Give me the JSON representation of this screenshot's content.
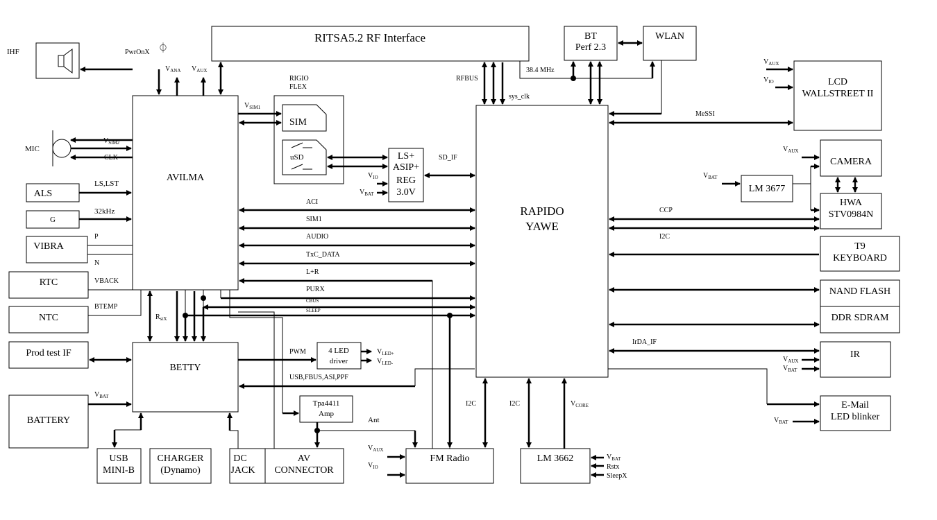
{
  "blocks": {
    "ritsa": "RITSA5.2 RF Interface",
    "bt_line1": "BT",
    "bt_line2": "Perf 2.3",
    "wlan": "WLAN",
    "lcd_line1": "LCD",
    "lcd_line2": "WALLSTREET II",
    "ihf": "IHF",
    "mic": "MIC",
    "avilma": "AVILMA",
    "rigio_line1": "RIGIO",
    "rigio_line2": "FLEX",
    "sim": "SIM",
    "usd": "uSD",
    "ls_line1": "LS+",
    "ls_line2": "ASIP+",
    "ls_line3": "REG",
    "ls_line4": "3.0V",
    "rapido_line1": "RAPIDO",
    "rapido_line2": "YAWE",
    "camera": "CAMERA",
    "lm3677": "LM 3677",
    "hwa_line1": "HWA",
    "hwa_line2": "STV0984N",
    "t9_line1": "T9",
    "t9_line2": "KEYBOARD",
    "nand": "NAND FLASH",
    "ddr": "DDR SDRAM",
    "ir": "IR",
    "email_line1": "E-Mail",
    "email_line2": "LED blinker",
    "als": "ALS",
    "g": "G",
    "vibra": "VIBRA",
    "rtc": "RTC",
    "ntc": "NTC",
    "prodtest": "Prod test IF",
    "battery": "BATTERY",
    "betty": "BETTY",
    "led_line1": "4 LED",
    "led_line2": "driver",
    "tpa_line1": "Tpa4411",
    "tpa_line2": "Amp",
    "fm": "FM Radio",
    "lm3662": "LM 3662",
    "usb_line1": "USB",
    "usb_line2": "MINI-B",
    "charger_line1": "CHARGER",
    "charger_line2": "(Dynamo)",
    "dc_line1": "DC",
    "dc_line2": "JACK",
    "av_line1": "AV",
    "av_line2": "CONNECTOR"
  },
  "signals": {
    "pwronx": "PwrOnX",
    "power_symbol": "⏀",
    "vana": "V",
    "vana_sub": "ANA",
    "vaux": "V",
    "vaux_sub": "AUX",
    "rfbus": "RFBUS",
    "sys_clk": "sys_clk",
    "mhz": "38.4 MHz",
    "vsim": "V",
    "vsim_sub": "SIM1",
    "vsim2": "V",
    "vsim2_sub": "SIM2",
    "clk": "CLK",
    "ls_lst": "LS,LST",
    "khz": "32kHz",
    "p": "P",
    "n": "N",
    "vback": "VBACK",
    "btemp": "BTEMP",
    "rstx": "R",
    "rstx_sub": "stX",
    "sd_if": "SD_IF",
    "vio_ls": "V",
    "vio_ls_sub": "IO",
    "vbat_ls": "V",
    "vbat_ls_sub": "BAT",
    "aci": "ACI",
    "sim1": "SIM1",
    "audio": "AUDIO",
    "txc": "TxC_DATA",
    "lr": "L+R",
    "purx": "PURX",
    "cbus": "CBUS",
    "sleep": "SLEEP",
    "messi": "MeSSI",
    "lcd_vaux": "V",
    "lcd_vaux_sub": "AUX",
    "lcd_vio": "V",
    "lcd_vio_sub": "IO",
    "cam_vaux": "V",
    "cam_vaux_sub": "AUX",
    "lm_vbat": "V",
    "lm_vbat_sub": "BAT",
    "ccp": "CCP",
    "i2c_right": "I2C",
    "irda": "IrDA_IF",
    "ir_vaux": "V",
    "ir_vaux_sub": "AUX",
    "ir_vbat": "V",
    "ir_vbat_sub": "BAT",
    "em_vbat": "V",
    "em_vbat_sub": "BAT",
    "pwm": "PWM",
    "vled_p": "V",
    "vled_p_sub": "LED+",
    "vled_m": "V",
    "vled_m_sub": "LED-",
    "usbfbus": "USB,FBUS,ASI,PPF",
    "vbat_batt": "V",
    "vbat_batt_sub": "BAT",
    "ant": "Ant",
    "i2c_fm": "I2C",
    "i2c_lm": "I2C",
    "vcore": "V",
    "vcore_sub": "CORE",
    "fm_vaux": "V",
    "fm_vaux_sub": "AUX",
    "fm_vio": "V",
    "fm_vio_sub": "IO",
    "lm_in_vbat": "V",
    "lm_in_vbat_sub": "BAT",
    "lm_rstx": "Rstx",
    "lm_sleepx": "SleepX"
  }
}
